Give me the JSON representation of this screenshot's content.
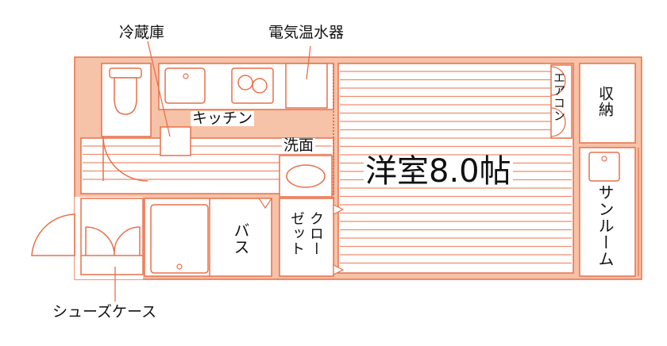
{
  "colors": {
    "wall_fill": "#f6c2a8",
    "line": "#e8704a",
    "floor_line": "#ef8e6c",
    "background": "#ffffff",
    "text": "#111111"
  },
  "labels": {
    "fridge": "冷蔵庫",
    "water_heater": "電気温水器",
    "kitchen": "キッチン",
    "washroom": "洗面",
    "room": "洋室8.0帖",
    "aircon": "エアコン",
    "storage": "収納",
    "sunroom": "サンルーム",
    "closet_right": "クロー",
    "closet_left": "ゼット",
    "bath": "バス",
    "shoe_case": "シューズケース"
  }
}
